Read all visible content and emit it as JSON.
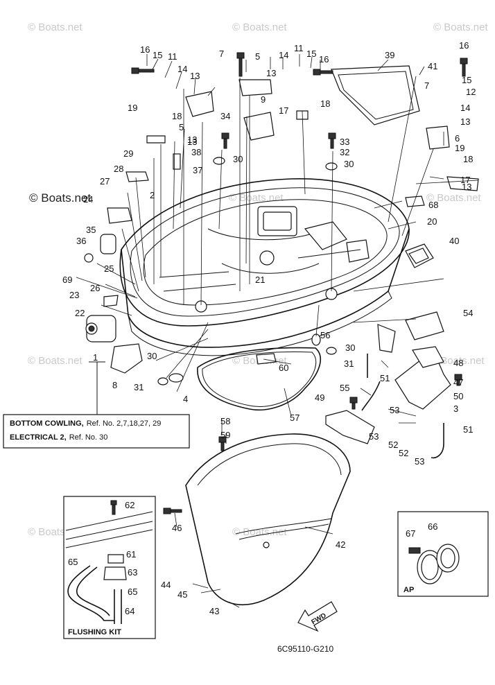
{
  "watermarks": {
    "faint": "© Boats.net",
    "prominent": "© Boats.net"
  },
  "callout_box": {
    "line1_bold": "BOTTOM COWLING,",
    "line1_rest": "Ref. No. 2,7,18,27, 29",
    "line2_bold": "ELECTRICAL 2,",
    "line2_rest": "Ref. No. 30"
  },
  "flushing_kit": {
    "title": "FLUSHING KIT"
  },
  "ap_box": {
    "title": "AP"
  },
  "fwd_arrow": {
    "label": "FWD"
  },
  "diagram_code": "6C95110-G210",
  "callout_1_label": "1",
  "part_labels": [
    "16",
    "15",
    "11",
    "14",
    "13",
    "7",
    "5",
    "13",
    "14",
    "11",
    "15",
    "16",
    "39",
    "41",
    "19",
    "18",
    "13",
    "9",
    "17",
    "18",
    "16",
    "15",
    "12",
    "7",
    "14",
    "13",
    "6",
    "19",
    "18",
    "17",
    "13",
    "5",
    "13",
    "38",
    "34",
    "30",
    "33",
    "32",
    "30",
    "29",
    "37",
    "28",
    "2",
    "27",
    "24",
    "68",
    "20",
    "35",
    "36",
    "25",
    "40",
    "69",
    "26",
    "21",
    "23",
    "22",
    "54",
    "56",
    "30",
    "48",
    "47",
    "3",
    "51",
    "49",
    "55",
    "53",
    "53",
    "52",
    "52",
    "53",
    "50",
    "51",
    "31",
    "60",
    "57",
    "8",
    "31",
    "4",
    "30",
    "58",
    "59",
    "42",
    "46",
    "62",
    "61",
    "63",
    "65",
    "65",
    "64",
    "44",
    "45",
    "43",
    "67",
    "66"
  ]
}
